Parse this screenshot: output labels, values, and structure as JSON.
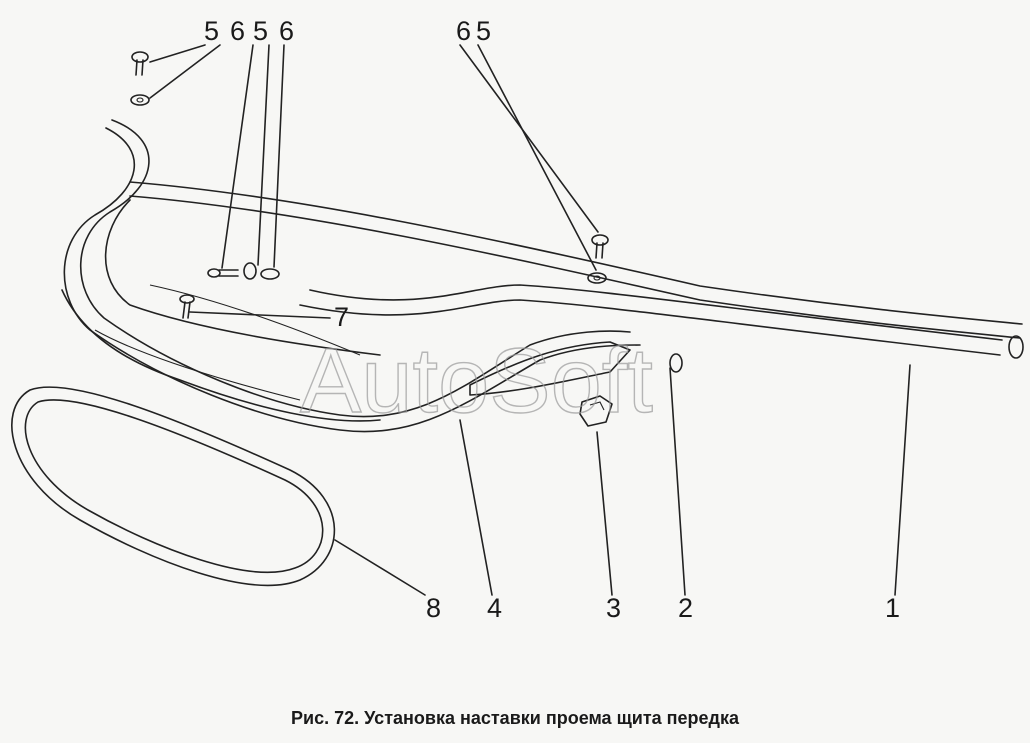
{
  "caption": "Рис. 72. Установка наставки проема щита передка",
  "watermark": "AutoSoft",
  "callouts": {
    "top_left": [
      "5",
      "6",
      "5",
      "6"
    ],
    "top_right": [
      "6",
      "5"
    ],
    "c7": "7",
    "bottom": [
      "8",
      "4",
      "3",
      "2",
      "1"
    ]
  },
  "colors": {
    "line": "#222222",
    "background": "#f7f7f5",
    "watermark": "#9a9a9a"
  }
}
